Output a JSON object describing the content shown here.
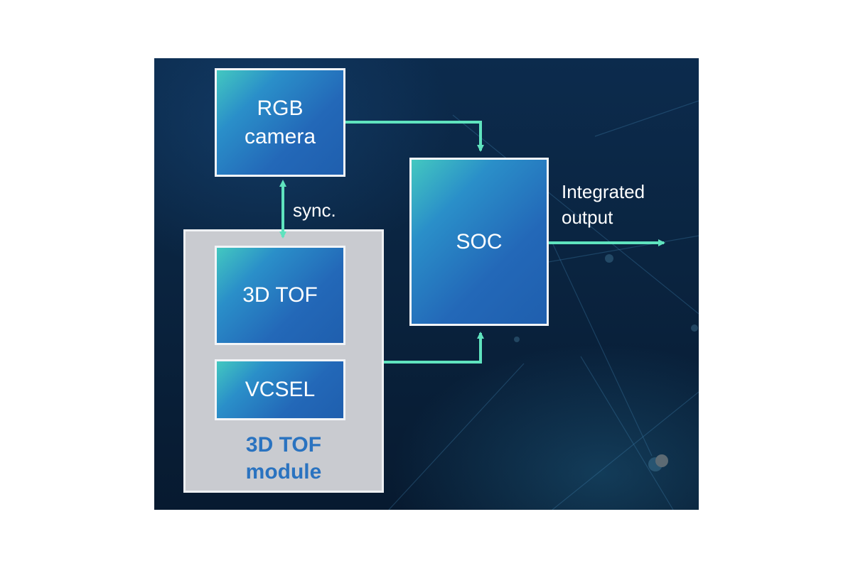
{
  "nodes": {
    "rgb_camera": "RGB\ncamera",
    "tof": "3D TOF",
    "vcsel": "VCSEL",
    "soc": "SOC"
  },
  "module_label": "3D TOF\nmodule",
  "edge_labels": {
    "sync": "sync.",
    "output": "Integrated\noutput"
  },
  "colors": {
    "arrow": "#5fe3be",
    "module_label": "#2a73c0"
  }
}
